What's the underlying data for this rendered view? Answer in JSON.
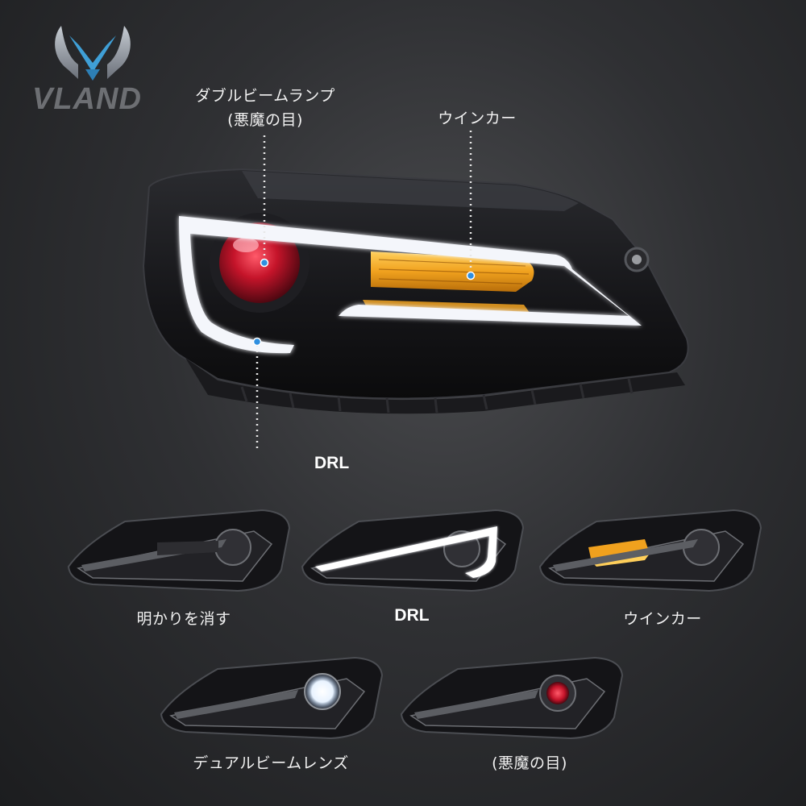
{
  "brand": {
    "name": "VLAND",
    "colors": {
      "logo_blue": "#3f9fd6",
      "logo_silver": "#9aa3ad"
    }
  },
  "main_labels": {
    "double_beam_line1": "ダブルビームランプ",
    "double_beam_line2": "(悪魔の目)",
    "turn_signal": "ウインカー",
    "drl": "DRL"
  },
  "variants": [
    {
      "caption": "明かりを消す",
      "mode": "off"
    },
    {
      "caption": "DRL",
      "mode": "drl"
    },
    {
      "caption": "ウインカー",
      "mode": "turn"
    },
    {
      "caption": "デュアルビームレンズ",
      "mode": "dual-lens"
    },
    {
      "caption": "(悪魔の目)",
      "mode": "devil-eye"
    }
  ],
  "colors": {
    "amber": "#f0a11e",
    "devil_red": "#c5142a",
    "drl_white": "#f4f6fb",
    "lens_white": "#e9f3ff",
    "pointer_dot": "#2f8fe0"
  }
}
